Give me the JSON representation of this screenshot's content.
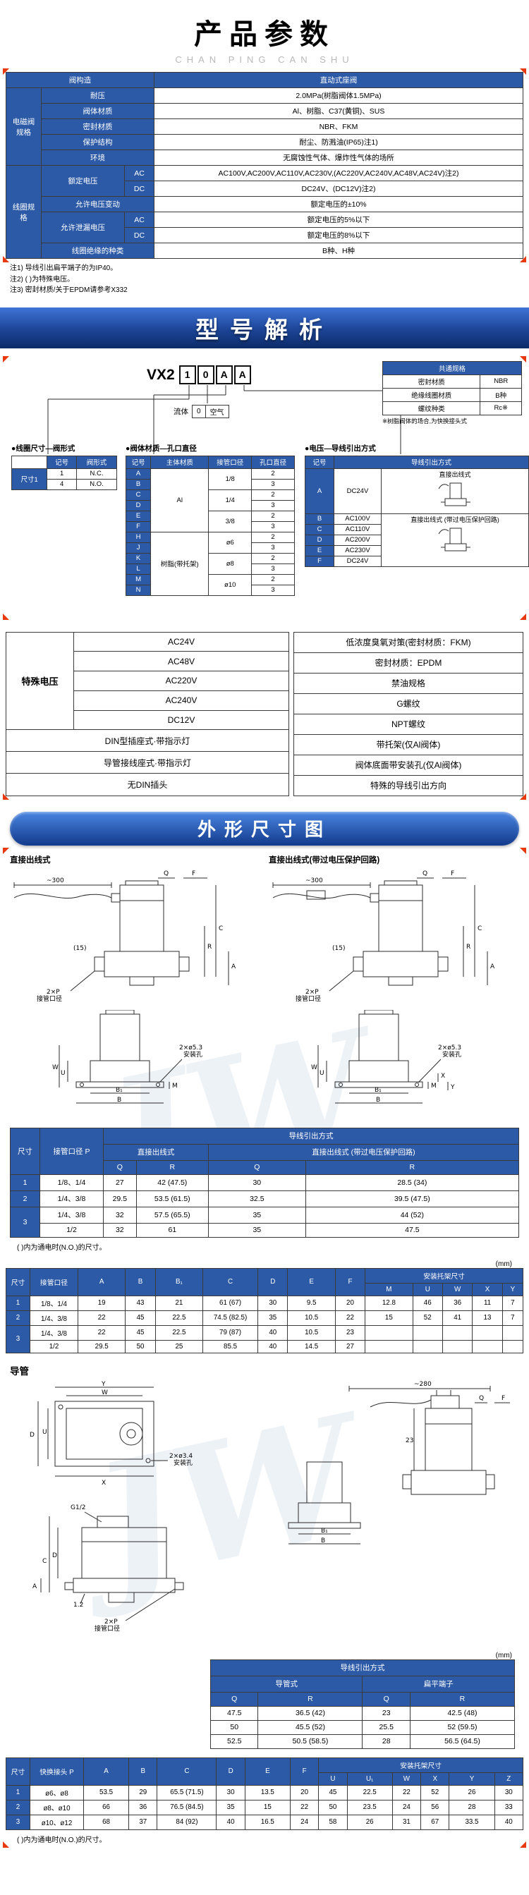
{
  "page": {
    "title": "产品参数",
    "subtitle": "CHAN PING CAN SHU",
    "watermark": "JW",
    "mm": "(mm)"
  },
  "spec": {
    "construction_label": "阀构造",
    "construction_value": "直动式座阀",
    "g1_label": "电磁阀规格",
    "g1": [
      {
        "n": "耐压",
        "v": "2.0MPa(树脂阀体1.5MPa)"
      },
      {
        "n": "阀体材质",
        "v": "Al、树脂、C37(黄铜)、SUS"
      },
      {
        "n": "密封材质",
        "v": "NBR、FKM"
      },
      {
        "n": "保护结构",
        "v": "耐尘、防溅油(IP65)注1)"
      },
      {
        "n": "环境",
        "v": "无腐蚀性气体、爆炸性气体的场所"
      }
    ],
    "g2_label": "线圈规格",
    "rated_label": "额定电压",
    "rated_ac_label": "AC",
    "rated_ac": "AC100V,AC200V,AC110V,AC230V,(AC220V,AC240V,AC48V,AC24V)注2)",
    "rated_dc_label": "DC",
    "rated_dc": "DC24V、(DC12V)注2)",
    "fluct_label": "允许电压变动",
    "fluct": "额定电压的±10%",
    "leak_label": "允许泄漏电压",
    "leak_ac_label": "AC",
    "leak_ac": "额定电压的5%以下",
    "leak_dc_label": "DC",
    "leak_dc": "额定电压的8%以下",
    "insul_label": "线圈绝缘的种类",
    "insul": "B种、H种",
    "notes": [
      "注1) 导线引出扁平端子的为IP40。",
      "注2) ( )为特殊电压。",
      "注3) 密封材质/关于EPDM请参考X332"
    ]
  },
  "model_banner": "型号解析",
  "model": {
    "prefix": "VX2",
    "boxes": [
      "1",
      "0",
      "A",
      "A"
    ],
    "common": {
      "title": "共通规格",
      "rows": [
        {
          "n": "密封材质",
          "v": "NBR"
        },
        {
          "n": "绝缘线圈材质",
          "v": "B种"
        },
        {
          "n": "螺纹种类",
          "v": "Rc※"
        }
      ],
      "note": "※树脂阀体的场合,为快换接头式"
    },
    "fluid": {
      "label": "流体",
      "code": "0",
      "value": "空气"
    },
    "coil": {
      "heading": "●线圈尺寸—阀形式",
      "side": "尺寸1",
      "h": [
        "记号",
        "阀形式"
      ],
      "rows": [
        [
          "1",
          "N.C."
        ],
        [
          "4",
          "N.O."
        ]
      ]
    },
    "body": {
      "heading": "●阀体材质—孔口直径",
      "h": [
        "记号",
        "主体材质",
        "接管口径",
        "孔口直径"
      ],
      "materials": [
        {
          "label": "Al",
          "span": 6
        },
        {
          "label": "树脂(带托架)",
          "span": 6
        }
      ],
      "ports": [
        {
          "label": "1/8",
          "span": 2
        },
        {
          "label": "1/4",
          "span": 2
        },
        {
          "label": "3/8",
          "span": 2
        },
        {
          "label": "ø6",
          "span": 2
        },
        {
          "label": "ø8",
          "span": 2
        },
        {
          "label": "ø10",
          "span": 2
        }
      ],
      "rows": [
        {
          "code": "A",
          "orifice": "2"
        },
        {
          "code": "B",
          "orifice": "3"
        },
        {
          "code": "C",
          "orifice": "2"
        },
        {
          "code": "D",
          "orifice": "3"
        },
        {
          "code": "E",
          "orifice": "2"
        },
        {
          "code": "F",
          "orifice": "3"
        },
        {
          "code": "H",
          "orifice": "2"
        },
        {
          "code": "J",
          "orifice": "3"
        },
        {
          "code": "K",
          "orifice": "2"
        },
        {
          "code": "L",
          "orifice": "3"
        },
        {
          "code": "M",
          "orifice": "2"
        },
        {
          "code": "N",
          "orifice": "3"
        }
      ]
    },
    "voltage": {
      "heading": "●电压—导线引出方式",
      "h": [
        "记号",
        "导线引出方式"
      ],
      "rows": [
        {
          "code": "A",
          "v": "DC24V"
        },
        {
          "code": "B",
          "v": "AC100V"
        },
        {
          "code": "C",
          "v": "AC110V"
        },
        {
          "code": "D",
          "v": "AC200V"
        },
        {
          "code": "E",
          "v": "AC230V"
        },
        {
          "code": "F",
          "v": "DC24V"
        }
      ],
      "lead1": "直接出线式",
      "lead2": "直接出线式 (带过电压保护回路)"
    }
  },
  "special": {
    "label": "特殊电压",
    "voltages": [
      "AC24V",
      "AC48V",
      "AC220V",
      "AC240V",
      "DC12V"
    ],
    "extras": [
      "DIN型插座式·带指示灯",
      "导管接线座式·带指示灯",
      "无DIN插头"
    ],
    "right": [
      "低浓度臭氧对策(密封材质：FKM)",
      "密封材质：EPDM",
      "禁油规格",
      "G螺纹",
      "NPT螺纹",
      "带托架(仅Al阀体)",
      "阀体底面带安装孔(仅Al阀体)",
      "特殊的导线引出方向"
    ]
  },
  "dims_banner": "外形尺寸图",
  "drawings": {
    "d1_title": "直接出线式",
    "d2_title": "直接出线式(带过电压保护回路)",
    "conduit_heading": "导管",
    "labels": {
      "l300": "~300",
      "l280": "~280",
      "q": "Q",
      "f": "F",
      "c": "C",
      "r": "R",
      "a": "A",
      "b": "B",
      "b1": "B₁",
      "d": "D",
      "m": "M",
      "u": "U",
      "w": "W",
      "x": "X",
      "y": "Y",
      "p15": "(15)",
      "p2": "2×P",
      "port": "接管口径",
      "m53": "2×ø5.3",
      "hole": "安装孔",
      "m34": "2×ø3.4",
      "g12": "G1/2",
      "d23": "23",
      "t12": "1.2"
    }
  },
  "lead_table": {
    "title": "导线引出方式",
    "size_h": "尺寸",
    "port_h": "接管口径 P",
    "c1": "直接出线式",
    "c2": "直接出线式 (带过电压保护回路)",
    "q": "Q",
    "r": "R",
    "rows": [
      {
        "size": "1",
        "port": "1/8、1/4",
        "v": [
          "27",
          "42 (47.5)",
          "30",
          "28.5 (34)"
        ]
      },
      {
        "size": "2",
        "port": "1/4、3/8",
        "v": [
          "29.5",
          "53.5 (61.5)",
          "32.5",
          "39.5 (47.5)"
        ]
      },
      {
        "size": "3",
        "port": "1/4、3/8",
        "v": [
          "32",
          "57.5 (65.5)",
          "35",
          "44 (52)"
        ]
      },
      {
        "size": "",
        "port": "1/2",
        "v": [
          "32",
          "61",
          "35",
          "47.5"
        ]
      }
    ],
    "note": "( )内为通电时(N.O.)的尺寸。"
  },
  "dim_table": {
    "size_h": "尺寸",
    "port_h": "接管口径",
    "cols": [
      "A",
      "B",
      "B₁",
      "C",
      "D",
      "E",
      "F"
    ],
    "bracket_h": "安装托架尺寸",
    "bracket_cols": [
      "M",
      "U",
      "W",
      "X",
      "Y"
    ],
    "rows": [
      {
        "size": "1",
        "port": "1/8、1/4",
        "v": [
          "19",
          "43",
          "21",
          "61 (67)",
          "30",
          "9.5",
          "20",
          "12.8",
          "46",
          "36",
          "11",
          "7"
        ]
      },
      {
        "size": "2",
        "port": "1/4、3/8",
        "v": [
          "22",
          "45",
          "22.5",
          "74.5 (82.5)",
          "35",
          "10.5",
          "22",
          "15",
          "52",
          "41",
          "13",
          "7"
        ]
      },
      {
        "size": "3",
        "port": "1/4、3/8",
        "v": [
          "22",
          "45",
          "22.5",
          "79 (87)",
          "40",
          "10.5",
          "23",
          "",
          "",
          "",
          "",
          ""
        ]
      },
      {
        "size": "",
        "port": "1/2",
        "v": [
          "29.5",
          "50",
          "25",
          "85.5",
          "40",
          "14.5",
          "27",
          "",
          "",
          "",
          "",
          ""
        ]
      }
    ]
  },
  "conduit_table": {
    "title": "导线引出方式",
    "c1": "导管式",
    "c2": "扁平端子",
    "q": "Q",
    "r": "R",
    "rows": [
      [
        "47.5",
        "36.5 (42)",
        "23",
        "42.5 (48)"
      ],
      [
        "50",
        "45.5 (52)",
        "25.5",
        "52 (59.5)"
      ],
      [
        "52.5",
        "50.5 (58.5)",
        "28",
        "56.5 (64.5)"
      ]
    ]
  },
  "quick_table": {
    "size_h": "尺寸",
    "port_h": "快换接头 P",
    "cols": [
      "A",
      "B",
      "C",
      "D",
      "E",
      "F"
    ],
    "bracket_h": "安装托架尺寸",
    "bracket_cols": [
      "U",
      "U₁",
      "W",
      "X",
      "Y",
      "Z"
    ],
    "rows": [
      {
        "size": "1",
        "port": "ø6、ø8",
        "v": [
          "53.5",
          "29",
          "65.5 (71.5)",
          "30",
          "13.5",
          "20",
          "45",
          "22.5",
          "22",
          "52",
          "26",
          "30"
        ]
      },
      {
        "size": "2",
        "port": "ø8、ø10",
        "v": [
          "66",
          "36",
          "76.5 (84.5)",
          "35",
          "15",
          "22",
          "50",
          "23.5",
          "24",
          "56",
          "28",
          "33"
        ]
      },
      {
        "size": "3",
        "port": "ø10、ø12",
        "v": [
          "68",
          "37",
          "84 (92)",
          "40",
          "16.5",
          "24",
          "58",
          "26",
          "31",
          "67",
          "33.5",
          "40"
        ]
      }
    ],
    "note": "( )内为通电时(N.O.)的尺寸。"
  }
}
